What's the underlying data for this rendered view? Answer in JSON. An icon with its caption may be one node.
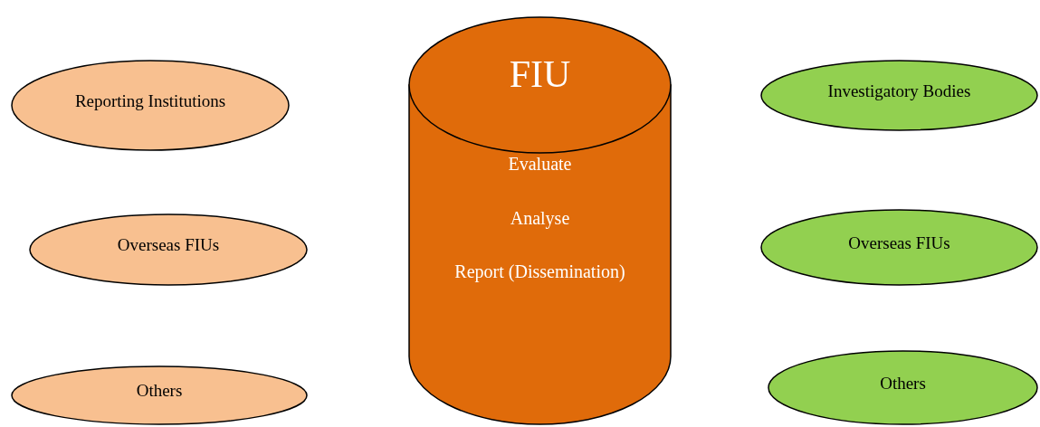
{
  "diagram": {
    "nodes": [
      {
        "text": [
          "Reporting Institutions"
        ]
      },
      {
        "text": [
          "Overseas FIUs"
        ]
      },
      {
        "text": [
          "Others"
        ]
      },
      {
        "text": [
          "FIU",
          "Evaluate",
          "Analyse",
          "Report (Dissemination)"
        ]
      },
      {
        "text": [
          "Investigatory Bodies"
        ]
      },
      {
        "text": [
          "Overseas FIUs"
        ]
      },
      {
        "text": [
          "Others"
        ]
      }
    ],
    "edges": []
  }
}
